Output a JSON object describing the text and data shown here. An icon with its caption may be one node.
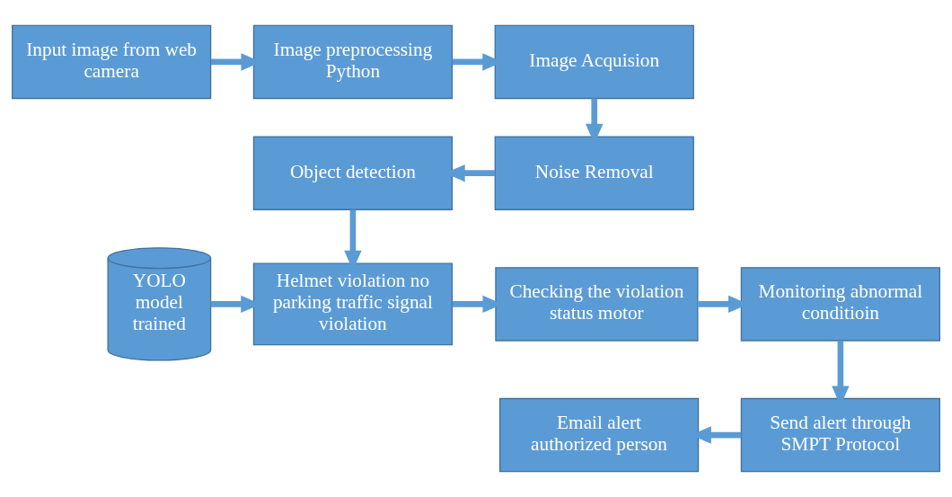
{
  "diagram": {
    "nodes": [
      {
        "text": [
          "Input image from web camera"
        ]
      },
      {
        "text": [
          "Image preprocessing Python"
        ]
      },
      {
        "text": [
          "Image Acquision"
        ]
      },
      {
        "text": [
          "Noise Removal"
        ]
      },
      {
        "text": [
          "Object detection"
        ]
      },
      {
        "text": [
          "YOLO model trained"
        ]
      },
      {
        "text": [
          "Helmet violation no parking traffic signal violation"
        ]
      },
      {
        "text": [
          "Checking the violation status motor"
        ]
      },
      {
        "text": [
          "Monitoring abnormal conditioin"
        ]
      },
      {
        "text": [
          "Send alert through SMPT Protocol"
        ]
      },
      {
        "text": [
          "Email alert authorized person"
        ]
      }
    ],
    "edges": [
      {
        "from": 0,
        "to": 1,
        "arrow": "to"
      },
      {
        "from": 1,
        "to": 2,
        "arrow": "to"
      },
      {
        "from": 2,
        "to": 3,
        "arrow": "to"
      },
      {
        "from": 3,
        "to": 4,
        "arrow": "to"
      },
      {
        "from": 4,
        "to": 6,
        "arrow": "to"
      },
      {
        "from": 5,
        "to": 6,
        "arrow": "to"
      },
      {
        "from": 6,
        "to": 7,
        "arrow": "to"
      },
      {
        "from": 7,
        "to": 8,
        "arrow": "to"
      },
      {
        "from": 8,
        "to": 9,
        "arrow": "to"
      },
      {
        "from": 9,
        "to": 10,
        "arrow": "to"
      }
    ]
  }
}
